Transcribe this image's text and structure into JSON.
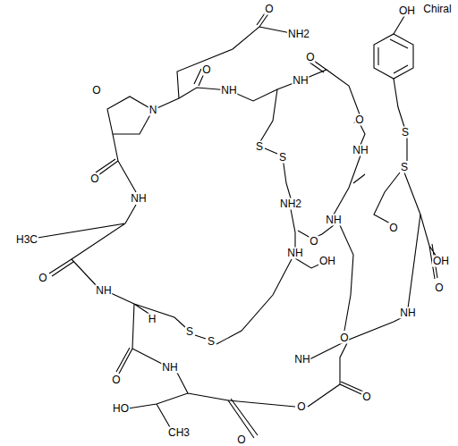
{
  "diagram": {
    "labels": [
      "Chiral",
      "O",
      "NH2",
      "OH",
      "O",
      "O",
      "NH",
      "NH",
      "O",
      "N",
      "O",
      "S",
      "NH",
      "S",
      "S",
      "S",
      "O",
      "NH",
      "NH2",
      "NH",
      "O",
      "H3C",
      "O",
      "NH",
      "OH",
      "OH",
      "O",
      "O",
      "NH",
      "H",
      "S",
      "S",
      "O",
      "NH",
      "O",
      "NH",
      "O",
      "NH",
      "HO",
      "CH3",
      "O",
      "O"
    ]
  }
}
